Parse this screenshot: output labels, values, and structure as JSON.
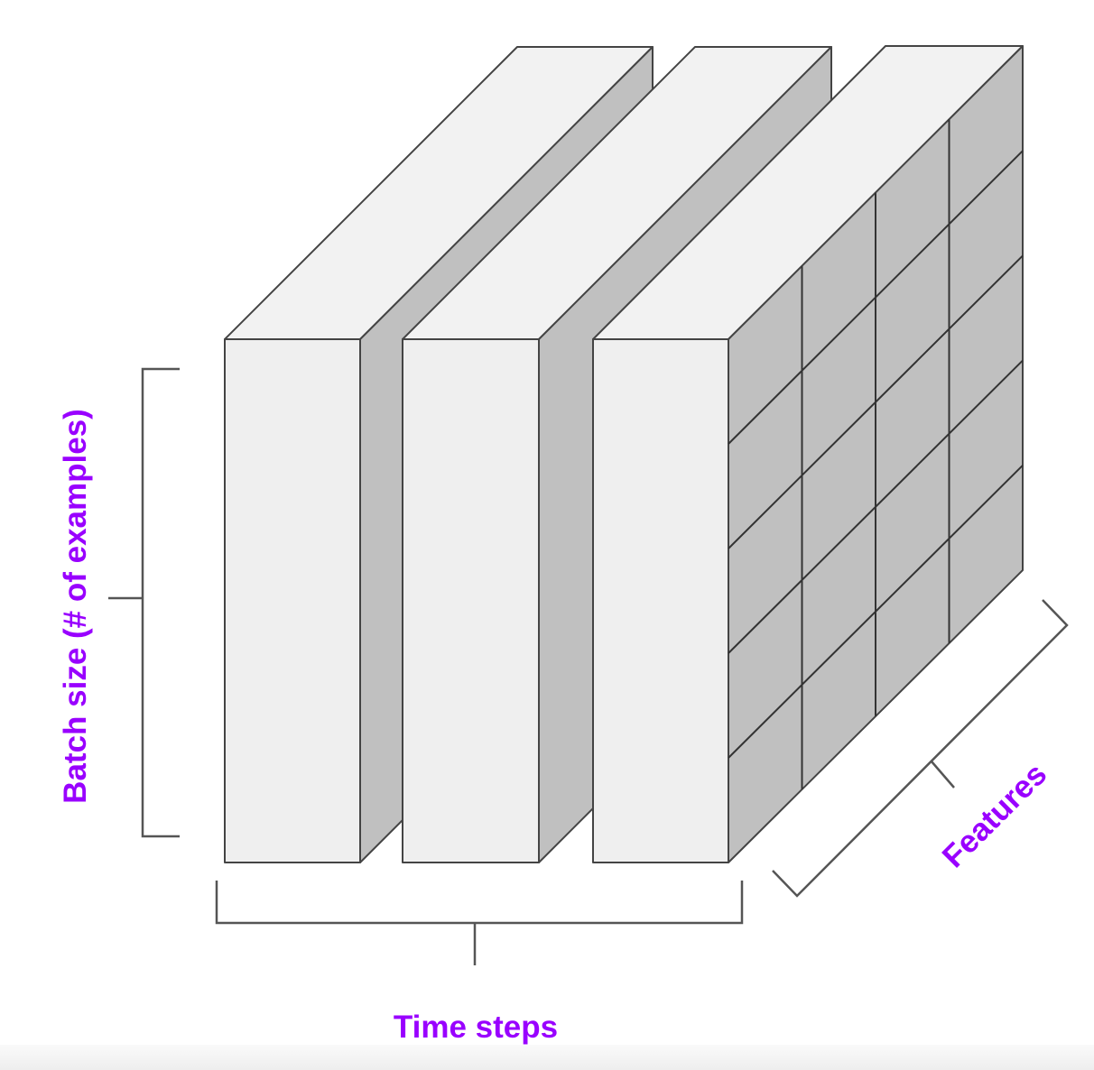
{
  "labels": {
    "batch": "Batch size (# of examples)",
    "time": "Time steps",
    "features": "Features"
  },
  "colors": {
    "label": "#9900FF",
    "front_face": "#EFEFEF",
    "top_face": "#F2F2F2",
    "side_face": "#C0C0C0",
    "outline": "#444444"
  },
  "structure": {
    "slabs": 3,
    "grid_rows": 5,
    "grid_cols": 4
  }
}
